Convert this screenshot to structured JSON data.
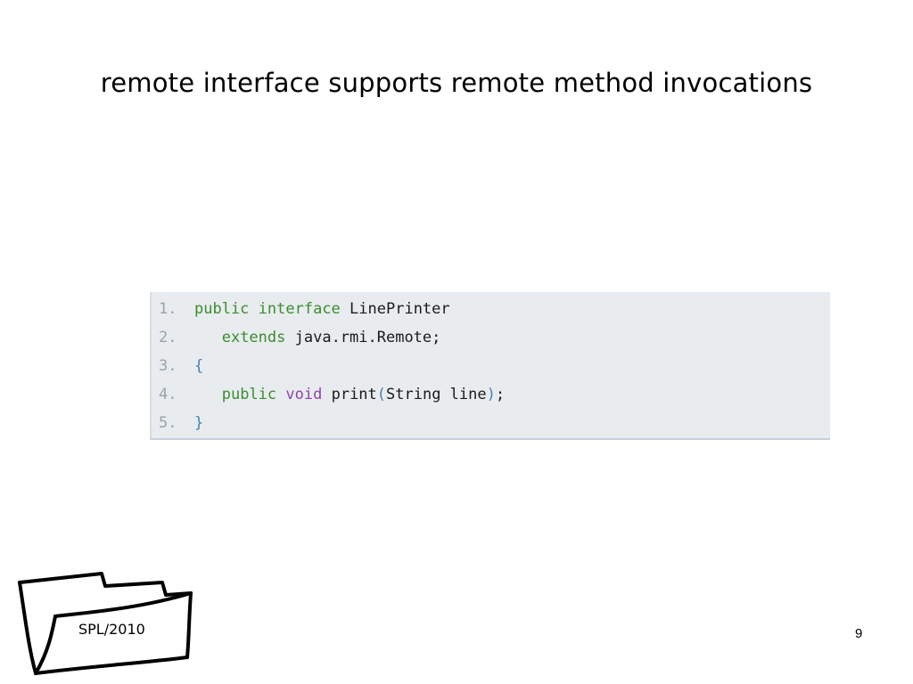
{
  "slide": {
    "title": "remote interface supports remote method invocations",
    "page_number": "9",
    "footer_logo_text": "SPL/2010"
  },
  "code": {
    "lines": [
      {
        "num": "1.",
        "tokens": [
          "public",
          "interface",
          "LinePrinter"
        ]
      },
      {
        "num": "2.",
        "tokens": [
          "extends",
          "java.rmi.Remote;"
        ]
      },
      {
        "num": "3.",
        "tokens": [
          "{"
        ]
      },
      {
        "num": "4.",
        "tokens": [
          "public",
          "void",
          "print",
          "(",
          "String line",
          ")",
          ";"
        ]
      },
      {
        "num": "5.",
        "tokens": [
          "}"
        ]
      }
    ]
  },
  "colors": {
    "keyword": "#3c8d2f",
    "void_keyword": "#8e44ad",
    "brace": "#4a7fb3",
    "line_number": "#9aa2aa",
    "code_background": "#e8ecef"
  }
}
